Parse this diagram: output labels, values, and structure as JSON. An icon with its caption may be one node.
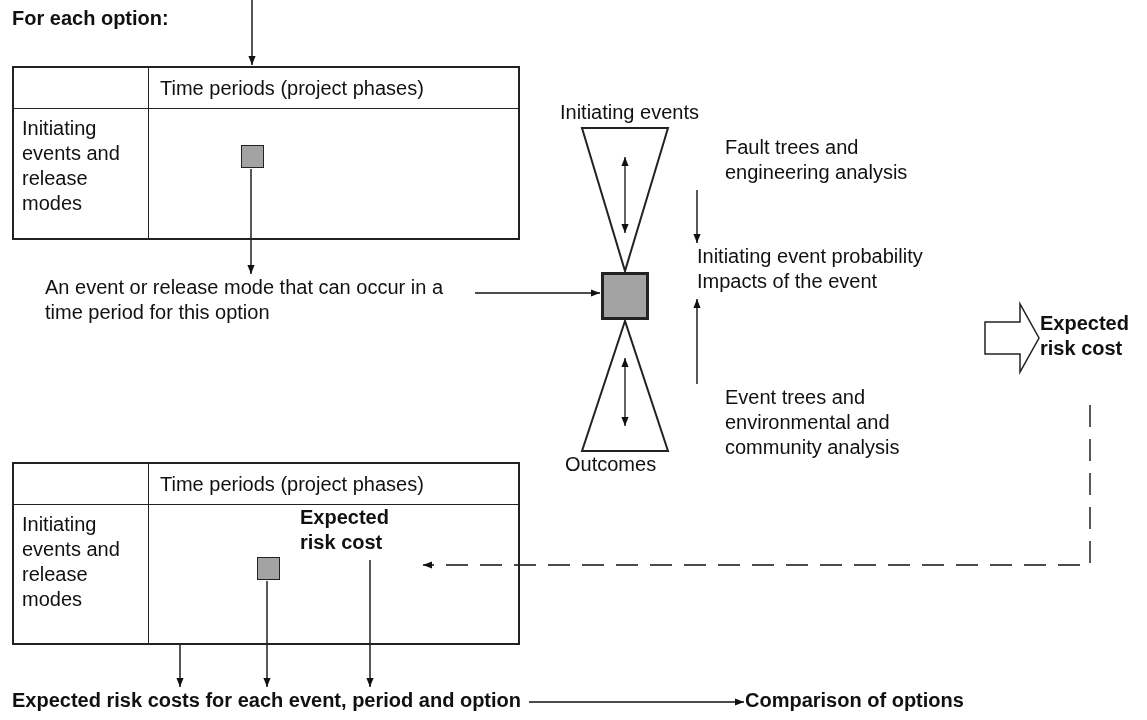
{
  "diagram": {
    "title": "For each option:",
    "nodes": [
      {
        "text": [
          "Time periods (project phases)",
          "Initiating events and release modes"
        ]
      },
      {
        "text": [],
        "shape": "box",
        "in": 0
      },
      {
        "text": [
          "An event or release mode that can occur in a time period for this option"
        ]
      },
      {
        "text": [],
        "shape": "box"
      },
      {
        "text": [
          "Initiating events"
        ]
      },
      {
        "text": [
          "Outcomes"
        ]
      },
      {
        "text": [
          "Fault trees and engineering analysis"
        ]
      },
      {
        "text": [
          "Initiating event probability",
          "Impacts of the event"
        ]
      },
      {
        "text": [
          "Event trees and environmental and community analysis"
        ]
      },
      {
        "text": [
          "Expected risk cost"
        ]
      },
      {
        "text": [
          "Time periods (project phases)",
          "Initiating events and release modes"
        ]
      },
      {
        "text": [],
        "shape": "box",
        "in": 10
      },
      {
        "text": [
          "Expected risk cost"
        ],
        "in": 10
      },
      {
        "text": [
          "Expected risk costs for each event, period and option"
        ]
      },
      {
        "text": [
          "Comparison of options"
        ]
      }
    ],
    "edges": [
      {
        "from": null,
        "to": 0,
        "arrow": "to"
      },
      {
        "from": 1,
        "to": 2,
        "arrow": "to"
      },
      {
        "from": 2,
        "to": 3,
        "arrow": "to"
      },
      {
        "from": 6,
        "to": 7,
        "arrow": "to"
      },
      {
        "from": 8,
        "to": 7,
        "arrow": "to"
      },
      {
        "from": 7,
        "to": 9,
        "arrow": "to",
        "style": "thick"
      },
      {
        "from": 9,
        "to": 12,
        "arrow": "to",
        "style": "dashed"
      },
      {
        "from": 10,
        "to": 13,
        "arrow": "to"
      },
      {
        "from": 11,
        "to": 13,
        "arrow": "to"
      },
      {
        "from": 12,
        "to": 13,
        "arrow": "to"
      },
      {
        "from": 13,
        "to": 14,
        "arrow": "to"
      }
    ]
  }
}
